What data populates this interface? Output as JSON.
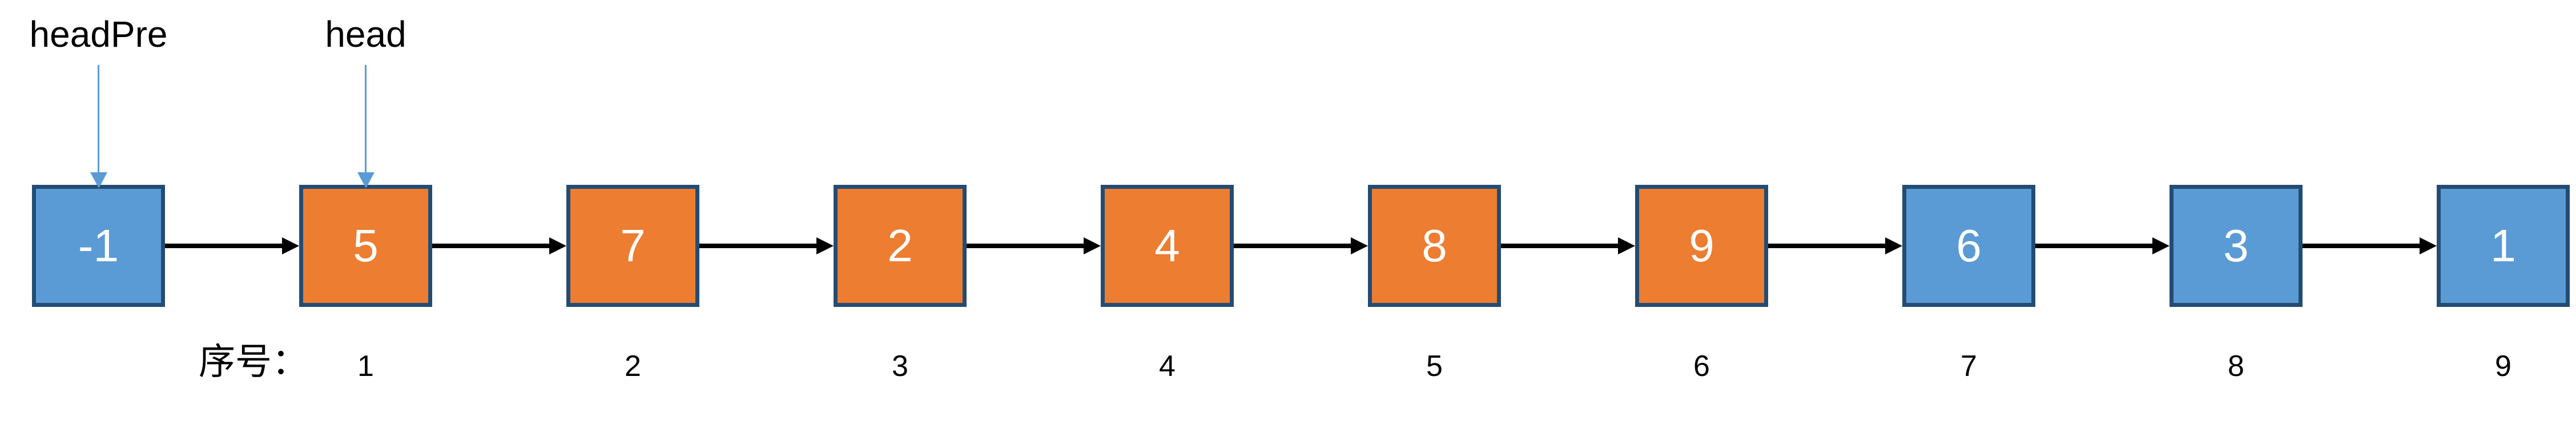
{
  "diagram": {
    "pointers": [
      {
        "label": "headPre",
        "points_to_node_index": 0
      },
      {
        "label": "head",
        "points_to_node_index": 1
      }
    ],
    "nodes": [
      {
        "value": "-1",
        "color": "blue"
      },
      {
        "value": "5",
        "color": "orange"
      },
      {
        "value": "7",
        "color": "orange"
      },
      {
        "value": "2",
        "color": "orange"
      },
      {
        "value": "4",
        "color": "orange"
      },
      {
        "value": "8",
        "color": "orange"
      },
      {
        "value": "9",
        "color": "orange"
      },
      {
        "value": "6",
        "color": "blue"
      },
      {
        "value": "3",
        "color": "blue"
      },
      {
        "value": "1",
        "color": "blue"
      }
    ],
    "sequence": {
      "label": "序号：",
      "numbers": [
        "1",
        "2",
        "3",
        "4",
        "5",
        "6",
        "7",
        "8",
        "9"
      ]
    },
    "colors": {
      "node_blue": "#5B9BD5",
      "node_orange": "#ED7D31",
      "node_border": "#234C74",
      "pointer_arrow": "#5B9BD5",
      "link_arrow": "#000000",
      "label_text": "#000000",
      "node_text": "#FFFFFF"
    }
  }
}
